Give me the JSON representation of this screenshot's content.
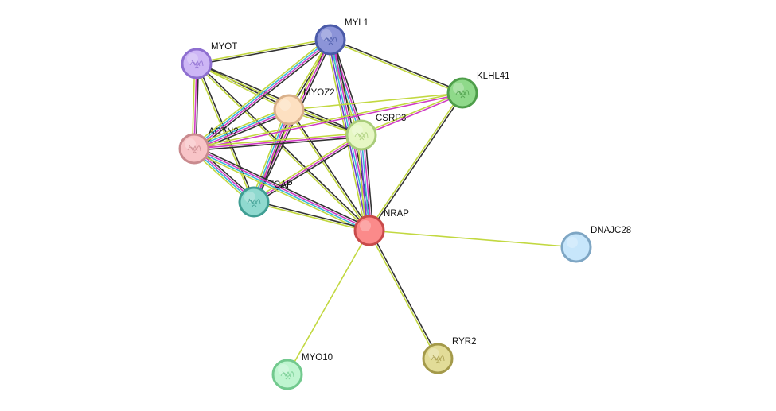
{
  "nodes": [
    {
      "id": "MYL1",
      "label": "MYL1",
      "fill": "#8c94d8",
      "stroke": "#4a5aa8",
      "glyph": "protein-structure-icon"
    },
    {
      "id": "MYOT",
      "label": "MYOT",
      "fill": "#cdb6f5",
      "stroke": "#8e6fd0",
      "glyph": "protein-structure-icon"
    },
    {
      "id": "KLHL41",
      "label": "KLHL41",
      "fill": "#8fd98a",
      "stroke": "#4e9e4a",
      "glyph": "protein-structure-icon"
    },
    {
      "id": "MYOZ2",
      "label": "MYOZ2",
      "fill": "#fde0c1",
      "stroke": "#d9b08a",
      "glyph": "none"
    },
    {
      "id": "CSRP3",
      "label": "CSRP3",
      "fill": "#e6f7c4",
      "stroke": "#a9cc7a",
      "glyph": "protein-structure-icon"
    },
    {
      "id": "ACTN2",
      "label": "ACTN2",
      "fill": "#f8c4c7",
      "stroke": "#c98a8e",
      "glyph": "protein-structure-icon"
    },
    {
      "id": "TCAP",
      "label": "TCAP",
      "fill": "#8fd9cf",
      "stroke": "#3f9e93",
      "glyph": "protein-structure-icon"
    },
    {
      "id": "NRAP",
      "label": "NRAP",
      "fill": "#fb8a8a",
      "stroke": "#c94a4a",
      "glyph": "none"
    },
    {
      "id": "DNAJC28",
      "label": "DNAJC28",
      "fill": "#c7e6fb",
      "stroke": "#7ea6c4",
      "glyph": "none"
    },
    {
      "id": "RYR2",
      "label": "RYR2",
      "fill": "#e2dc98",
      "stroke": "#a49a4a",
      "glyph": "protein-structure-icon"
    },
    {
      "id": "MYO10",
      "label": "MYO10",
      "fill": "#bff5d0",
      "stroke": "#72c98e",
      "glyph": "protein-structure-icon"
    }
  ],
  "edge_colors": {
    "coexpression": "#333333",
    "textmining": "#c2d840",
    "experiments": "#d03cc4",
    "databases": "#3cb8d8",
    "homology": "#6a3ccc"
  },
  "edges": [
    {
      "a": "MYOT",
      "b": "MYL1",
      "types": [
        "textmining",
        "coexpression"
      ]
    },
    {
      "a": "MYOT",
      "b": "ACTN2",
      "types": [
        "coexpression",
        "experiments",
        "textmining"
      ]
    },
    {
      "a": "MYOT",
      "b": "MYOZ2",
      "types": [
        "coexpression",
        "textmining"
      ]
    },
    {
      "a": "MYOT",
      "b": "CSRP3",
      "types": [
        "coexpression",
        "textmining"
      ]
    },
    {
      "a": "MYOT",
      "b": "TCAP",
      "types": [
        "coexpression",
        "textmining"
      ]
    },
    {
      "a": "MYOT",
      "b": "NRAP",
      "types": [
        "coexpression",
        "textmining"
      ]
    },
    {
      "a": "MYL1",
      "b": "ACTN2",
      "types": [
        "coexpression",
        "experiments",
        "databases",
        "textmining"
      ]
    },
    {
      "a": "MYL1",
      "b": "MYOZ2",
      "types": [
        "coexpression",
        "textmining"
      ]
    },
    {
      "a": "MYL1",
      "b": "CSRP3",
      "types": [
        "coexpression",
        "experiments",
        "databases",
        "textmining"
      ]
    },
    {
      "a": "MYL1",
      "b": "KLHL41",
      "types": [
        "coexpression",
        "textmining"
      ]
    },
    {
      "a": "MYL1",
      "b": "TCAP",
      "types": [
        "coexpression",
        "experiments",
        "textmining"
      ]
    },
    {
      "a": "MYL1",
      "b": "NRAP",
      "types": [
        "coexpression",
        "experiments",
        "databases",
        "homology",
        "textmining"
      ]
    },
    {
      "a": "MYOZ2",
      "b": "KLHL41",
      "types": [
        "textmining"
      ]
    },
    {
      "a": "MYOZ2",
      "b": "CSRP3",
      "types": [
        "coexpression",
        "textmining"
      ]
    },
    {
      "a": "MYOZ2",
      "b": "ACTN2",
      "types": [
        "coexpression",
        "experiments",
        "databases",
        "textmining"
      ]
    },
    {
      "a": "MYOZ2",
      "b": "TCAP",
      "types": [
        "coexpression",
        "experiments",
        "databases",
        "textmining"
      ]
    },
    {
      "a": "MYOZ2",
      "b": "NRAP",
      "types": [
        "coexpression",
        "textmining"
      ]
    },
    {
      "a": "KLHL41",
      "b": "CSRP3",
      "types": [
        "experiments",
        "textmining"
      ]
    },
    {
      "a": "KLHL41",
      "b": "ACTN2",
      "types": [
        "experiments",
        "textmining"
      ]
    },
    {
      "a": "KLHL41",
      "b": "NRAP",
      "types": [
        "coexpression",
        "textmining"
      ]
    },
    {
      "a": "CSRP3",
      "b": "ACTN2",
      "types": [
        "coexpression",
        "experiments",
        "textmining"
      ]
    },
    {
      "a": "CSRP3",
      "b": "TCAP",
      "types": [
        "coexpression",
        "experiments",
        "textmining"
      ]
    },
    {
      "a": "CSRP3",
      "b": "NRAP",
      "types": [
        "coexpression",
        "experiments",
        "databases",
        "homology",
        "textmining"
      ]
    },
    {
      "a": "ACTN2",
      "b": "TCAP",
      "types": [
        "coexpression",
        "experiments",
        "databases",
        "textmining"
      ]
    },
    {
      "a": "ACTN2",
      "b": "NRAP",
      "types": [
        "coexpression",
        "experiments",
        "databases",
        "textmining"
      ]
    },
    {
      "a": "TCAP",
      "b": "NRAP",
      "types": [
        "coexpression",
        "textmining"
      ]
    },
    {
      "a": "NRAP",
      "b": "DNAJC28",
      "types": [
        "textmining"
      ]
    },
    {
      "a": "NRAP",
      "b": "RYR2",
      "types": [
        "coexpression",
        "textmining"
      ]
    },
    {
      "a": "NRAP",
      "b": "MYO10",
      "types": [
        "textmining"
      ]
    }
  ]
}
